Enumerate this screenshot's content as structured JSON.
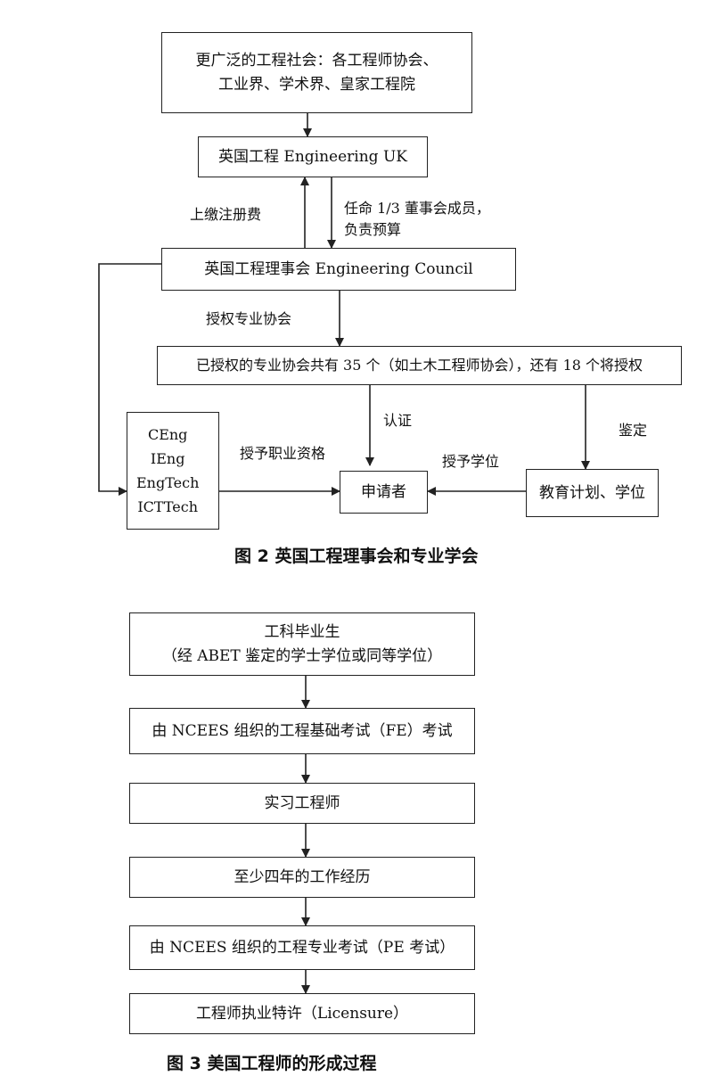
{
  "figure2": {
    "caption": "图 2  英国工程理事会和专业学会",
    "wider_community": {
      "line1": "更广泛的工程社会：各工程师协会、",
      "line2": "工业界、学术界、皇家工程院"
    },
    "engineering_uk": "英国工程 Engineering UK",
    "engineering_council": "英国工程理事会 Engineering Council",
    "licensed_bodies": "已授权的专业协会共有 35 个（如土木工程师协会），还有 18 个将授权",
    "registration_titles": [
      "CEng",
      "IEng",
      "EngTech",
      "ICTTech"
    ],
    "applicant": "申请者",
    "education": "教育计划、学位",
    "edge_labels": {
      "fees": "上缴注册费",
      "appoint_line1": "任命 1/3 董事会成员，",
      "appoint_line2": "负责预算",
      "license": "授权专业协会",
      "certify": "认证",
      "accredit": "鉴定",
      "award_qualification": "授予职业资格",
      "award_degree": "授予学位"
    }
  },
  "figure3": {
    "caption": "图 3  美国工程师的形成过程",
    "steps": [
      {
        "line1": "工科毕业生",
        "line2": "（经 ABET 鉴定的学士学位或同等学位）"
      },
      {
        "line1": "由 NCEES 组织的工程基础考试（FE）考试"
      },
      {
        "line1": "实习工程师"
      },
      {
        "line1": "至少四年的工作经历"
      },
      {
        "line1": "由 NCEES 组织的工程专业考试（PE 考试）"
      },
      {
        "line1": "工程师执业特许（Licensure）"
      }
    ]
  }
}
